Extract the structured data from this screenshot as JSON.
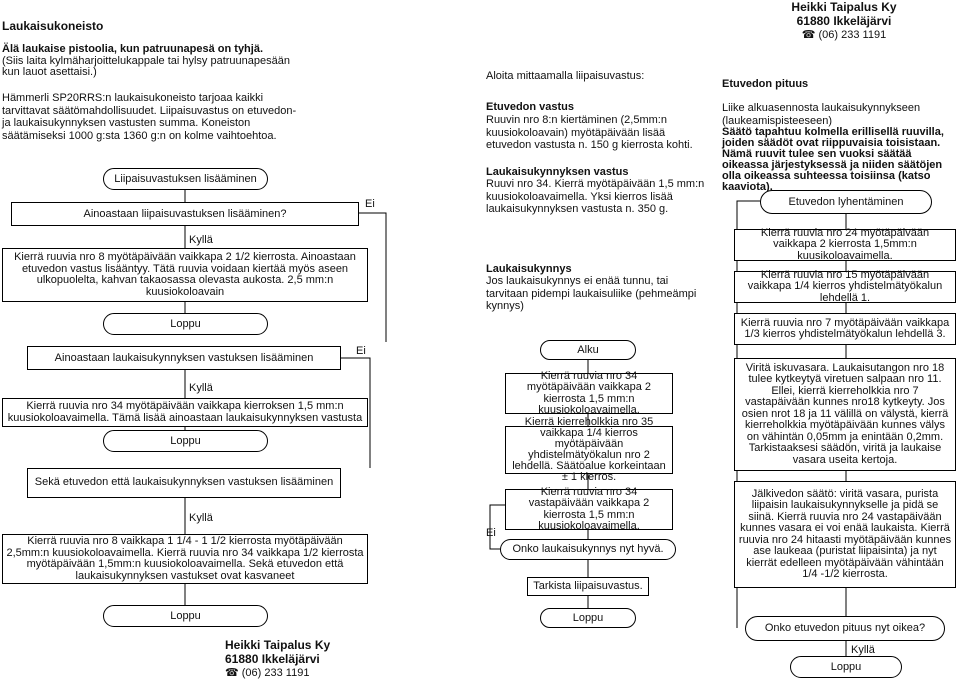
{
  "company_top": {
    "name": "Heikki Taipalus Ky",
    "city": "61880 Ikkeläjärvi",
    "phone": "☎ (06) 233 1191"
  },
  "company_bottom": {
    "name": "Heikki Taipalus Ky",
    "city": "61880 Ikkeläjärvi",
    "phone": "☎ (06) 233 1191"
  },
  "col1": {
    "title": "Laukaisukoneisto",
    "warning": "Älä laukaise pistoolia, kun patruunapesä on tyhjä.",
    "warning_note": "(Siis laita kylmäharjoittelukappale tai hylsy patruunapesään kun lauot asettaisi.)",
    "intro": "Hämmerli SP20RRS:n laukaisukoneisto tarjoaa kaikki tarvittavat säätömahdollisuudet. Liipaisuvastus on etuvedon- ja laukaisukynnyksen vastusten summa. Koneiston säätämiseksi 1000 g:sta 1360 g:n on kolme vaihtoehtoa.",
    "fc1_start": "Liipaisuvastuksen lisääminen",
    "fc1_question": "Ainoastaan liipaisuvastuksen lisääminen?",
    "fc1_no": "Ei",
    "fc1_yes": "Kyllä",
    "fc1_action": "Kierrä ruuvia nro 8 myötäpäivään vaikkapa 2 1/2 kierrosta. Ainoastaan etuvedon vastus lisääntyy. Tätä ruuvia voidaan kiertää myös aseen ulkopuolelta, kahvan takaosassa olevasta aukosta. 2,5 mm:n kuusiokoloavain",
    "fc1_end": "Loppu",
    "fc2_question": "Ainoastaan laukaisukynnyksen vastuksen lisääminen",
    "fc2_no": "Ei",
    "fc2_yes": "Kyllä",
    "fc2_action": "Kierrä ruuvia nro 34 myötäpäivään vaikkapa kierroksen 1,5 mm:n kuusiokoloavaimella. Tämä lisää ainoastaan laukaisukynnyksen vastusta",
    "fc2_end": "Loppu",
    "fc3_question": "Sekä etuvedon että laukaisukynnyksen vastuksen lisääminen",
    "fc3_yes": "Kyllä",
    "fc3_action": "Kierrä ruuvia nro 8 vaikkapa 1 1/4 - 1 1/2 kierrosta myötäpäivään 2,5mm:n kuusiokoloavaimella. Kierrä ruuvia nro 34 vaikkapa 1/2 kierrosta myötäpäivään 1,5mm:n kuusiokoloavaimella. Sekä etuvedon että laukaisukynnyksen vastukset ovat kasvaneet",
    "fc3_end": "Loppu"
  },
  "col2": {
    "intro": "Aloita mittaamalla liipaisuvastus:",
    "etuvedon_title": "Etuvedon vastus",
    "etuvedon_text": "Ruuvin nro 8:n kiertäminen (2,5mm:n kuusiokoloavain) myötäpäivään lisää etuvedon vastusta n. 150 g kierrosta kohti.",
    "kynnys_title": "Laukaisukynnyksen vastus",
    "kynnys_text": "Ruuvi nro 34. Kierrä myötäpäivään 1,5 mm:n kuusiokoloavaimella. Yksi kierros lisää laukaisukynnyksen vastusta n. 350 g.",
    "lk_title": "Laukaisukynnys",
    "lk_text": "Jos laukaisukynnys ei enää tunnu, tai tarvitaan pidempi laukaisuliike (pehmeämpi kynnys)",
    "fc_start": "Alku",
    "fc_step1": "Kierrä ruuvia nro 34 myötäpäivään vaikkapa 2 kierrosta 1,5 mm:n kuusiokoloavaimella.",
    "fc_step2": "Kierrä kierreholkkia nro 35 vaikkapa 1/4 kierros myötäpäivään yhdistelmätyökalun nro 2 lehdellä. Säätöalue korkeintaan ± 1 kierros.",
    "fc_step3": "Kierrä ruuvia nro 34 vastapäivään vaikkapa 2 kierrosta 1,5 mm:n kuusiokoloavaimella.",
    "fc_no": "Ei",
    "fc_question": "Onko laukaisukynnys nyt hyvä.",
    "fc_check": "Tarkista liipaisuvastus.",
    "fc_end": "Loppu"
  },
  "col3": {
    "title": "Etuvedon pituus",
    "text1": "Liike alkuasennosta laukaisukynnykseen (laukeamispisteeseen)",
    "text2": "Säätö tapahtuu kolmella erillisellä ruuvilla, joiden säädöt ovat riippuvaisia toisistaan. Nämä ruuvit tulee sen vuoksi säätää oikeassa järjestyksessä ja niiden säätöjen olla oikeassa suhteessa toisiinsa (katso kaaviota).",
    "fc_start": "Etuvedon lyhentäminen",
    "fc_step1": "Kierrä ruuvia nro 24 myötäpäivään vaikkapa 2 kierrosta 1,5mm:n kuusikoloavaimella.",
    "fc_step2": "Kierrä ruuvia nro 15 myötäpäivään vaikkapa 1/4 kierros yhdistelmätyökalun lehdellä 1.",
    "fc_step3": "Kierrä ruuvia nro 7 myötäpäivään vaikkapa 1/3 kierros yhdistelmätyökalun lehdellä 3.",
    "fc_step4": "Viritä iskuvasara. Laukaisutangon nro 18 tulee kytkeytyä viretuen salpaan nro 11. Ellei, kierrä kierreholkkia nro 7 vastapäivään kunnes nro18 kytkeyty. Jos osien nrot 18 ja 11 välillä on välystä, kierrä kierreholkkia myötäpäivään kunnes välys on vähintän 0,05mm ja enintään 0,2mm. Tarkistaaksesi säädön, viritä ja laukaise vasara useita kertoja.",
    "fc_step5": "Jälkivedon säätö: viritä vasara, purista liipaisin laukaisukynnykselle ja pidä se siinä. Kierrä ruuvia nro 24 vastapäivään kunnes vasara ei voi enää laukaista. Kierrä ruuvia nro 24 hitaasti myötäpäivään kunnes ase laukeaa (puristat liipaisinta) ja nyt kierrät edelleen myötäpäivään vähintään 1/4 -1/2 kierrosta.",
    "fc_question": "Onko etuvedon pituus nyt oikea?",
    "fc_yes": "Kyllä",
    "fc_end": "Loppu"
  }
}
